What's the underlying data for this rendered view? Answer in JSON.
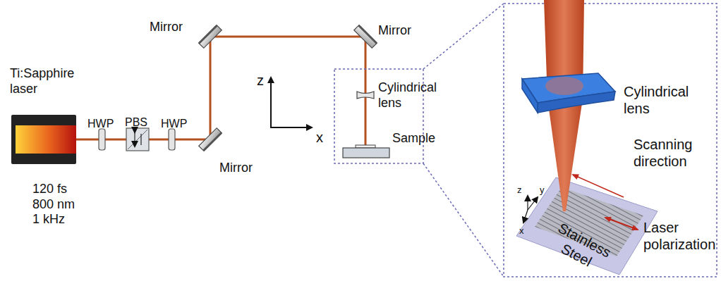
{
  "diagram": {
    "labels": [
      "Ti:Sapphire laser",
      "120 fs 800 nm 1 kHz",
      "HWP",
      "PBS",
      "HWP",
      "Mirror",
      "Mirror",
      "Mirror",
      "z",
      "x",
      "Cylindrical lens",
      "Sample",
      "Cylindrical lens",
      "Scanning direction",
      "Laser polarization",
      "z",
      "y",
      "x",
      "Stainless Steel"
    ]
  }
}
